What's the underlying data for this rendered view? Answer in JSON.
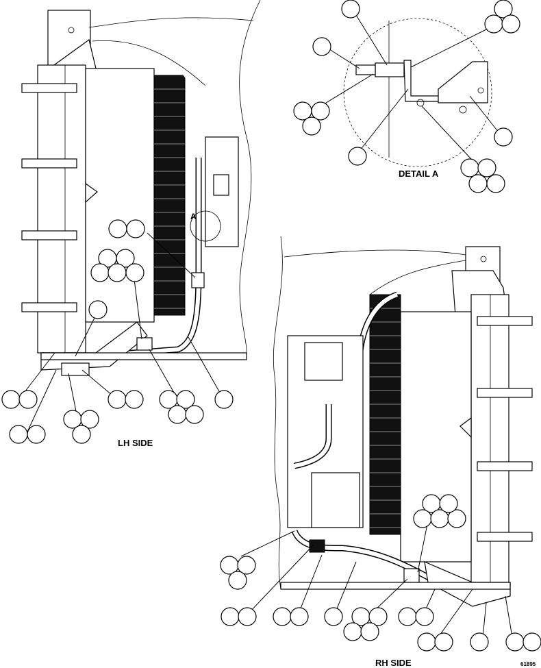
{
  "labels": {
    "lh_side": "LH SIDE",
    "rh_side": "RH SIDE",
    "detail_a": "DETAIL A",
    "view_marker": "A",
    "figure_number": "61895"
  }
}
